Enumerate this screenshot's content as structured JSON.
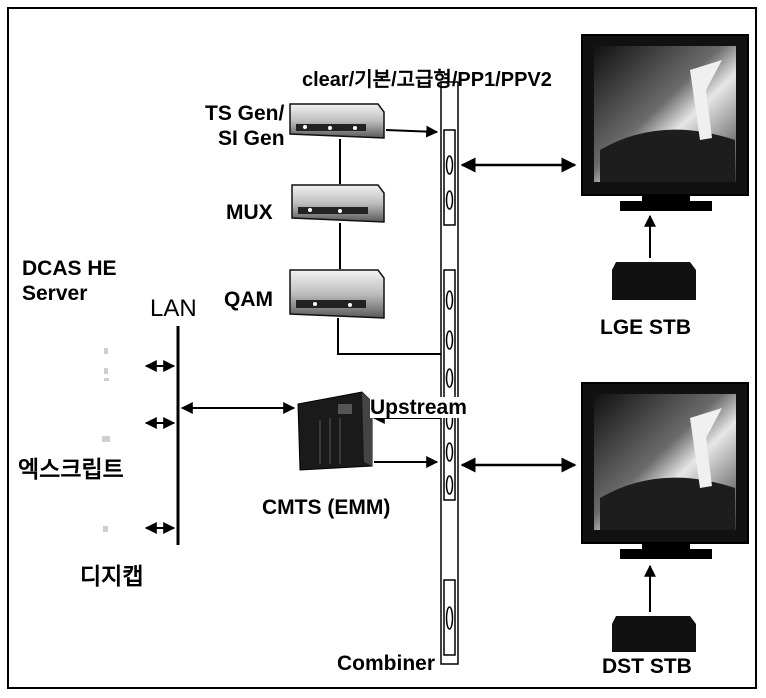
{
  "labels": {
    "header": "clear/기본/고급형/PP1/PPV2",
    "ts_gen_1": "TS Gen/",
    "ts_gen_2": "SI Gen",
    "mux": "MUX",
    "qam": "QAM",
    "dcas_1": "DCAS HE",
    "dcas_2": "Server",
    "lan": "LAN",
    "xscript": "엑스크립트",
    "digicap": "디지캡",
    "upstream": "Upstream",
    "cmts": "CMTS (EMM)",
    "combiner": "Combiner",
    "lge_stb": "LGE STB",
    "dst_stb": "DST STB"
  },
  "colors": {
    "ink": "#000000",
    "device_body": "#d8d8d8",
    "device_dark": "#1a1a1a",
    "screen": "#2b2b2b"
  }
}
